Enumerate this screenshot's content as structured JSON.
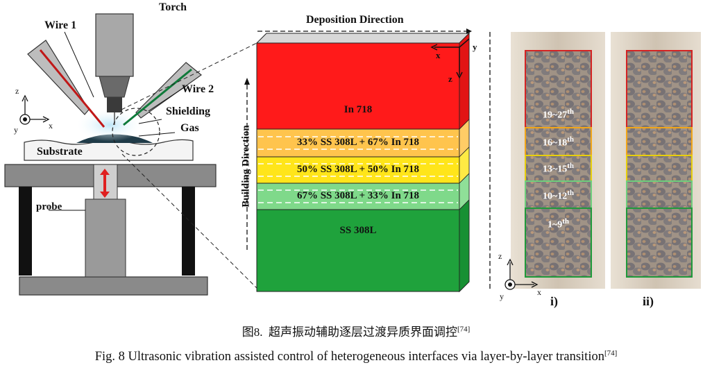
{
  "setup": {
    "torch": "Torch",
    "wire1": "Wire 1",
    "wire2": "Wire 2",
    "shielding": "Shielding",
    "gas": "Gas",
    "substrate": "Substrate",
    "probe": "probe",
    "axis_z": "z",
    "axis_x": "x",
    "axis_y": "y"
  },
  "block": {
    "deposition_direction": "Deposition Direction",
    "building_direction": "Building Direction",
    "axis_x": "x",
    "axis_y": "y",
    "axis_z": "z",
    "layers": [
      {
        "label": "In 718",
        "color": "#ff1a1a"
      },
      {
        "label": "33% SS 308L + 67% In 718",
        "color": "#ffc44d"
      },
      {
        "label": "50% SS 308L + 50% In 718",
        "color": "#ffe51a"
      },
      {
        "label": "67% SS 308L + 33% In 718",
        "color": "#7fd98a"
      },
      {
        "label": "SS 308L",
        "color": "#1fa23c"
      }
    ]
  },
  "photos": {
    "zones": [
      {
        "label": "19~27",
        "sup": "th",
        "color": "#d42323"
      },
      {
        "label": "16~18",
        "sup": "th",
        "color": "#f2a618"
      },
      {
        "label": "13~15",
        "sup": "th",
        "color": "#e8cf0c"
      },
      {
        "label": "10~12",
        "sup": "th",
        "color": "#6fcf7d"
      },
      {
        "label": "1~9",
        "sup": "th",
        "color": "#1e9a3a"
      }
    ],
    "panel_i": "i)",
    "panel_ii": "ii)",
    "axis_z": "z",
    "axis_x": "x",
    "axis_y": "y"
  },
  "caption": {
    "cn_prefix": "图8.",
    "cn_text": "超声振动辅助逐层过渡异质界面调控",
    "cn_ref": "[74]",
    "en_text": "Fig. 8 Ultrasonic vibration assisted control of heterogeneous interfaces via layer-by-layer transition",
    "en_ref": "[74]"
  }
}
